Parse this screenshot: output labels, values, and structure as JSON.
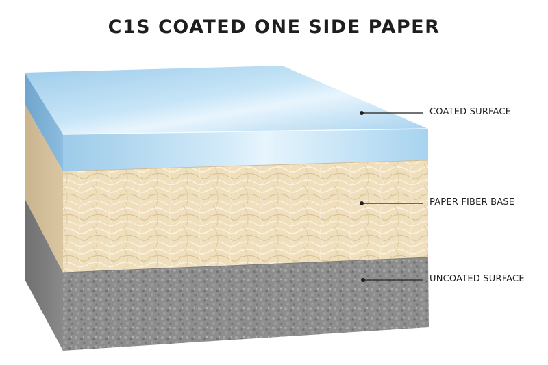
{
  "title": "C1S COATED ONE SIDE PAPER",
  "layers": [
    {
      "label": "COATED SURFACE",
      "color": "#a9d4ee"
    },
    {
      "label": "PAPER FIBER BASE",
      "color": "#eddcb8"
    },
    {
      "label": "UNCOATED SURFACE",
      "color": "#8e8e8e"
    }
  ]
}
